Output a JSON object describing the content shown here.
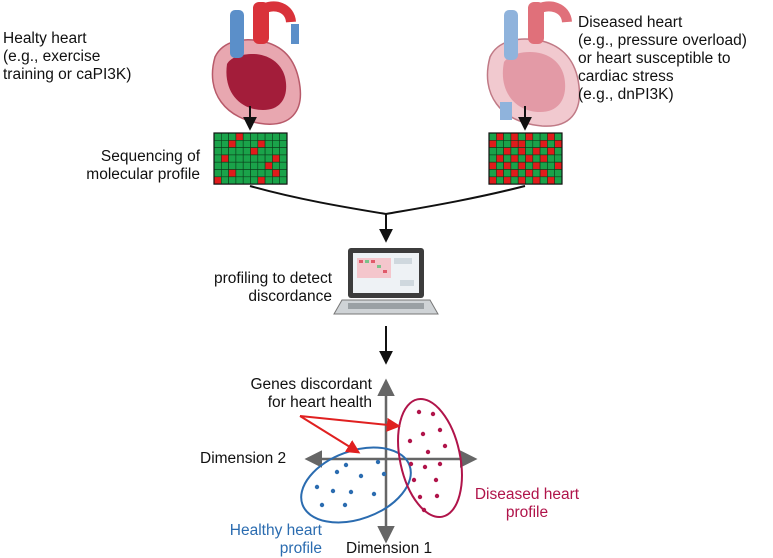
{
  "healthy": {
    "title": "Healty heart",
    "line2": "(e.g., exercise",
    "line3": "training or caPI3K)"
  },
  "diseased": {
    "title": "Diseased heart",
    "line2": "(e.g., pressure overload)",
    "line3": "or heart susceptible to",
    "line4": "cardiac stress",
    "line5": "(e.g., dnPI3K)"
  },
  "sequencing": {
    "line1": "Sequencing of",
    "line2": "molecular profile"
  },
  "profiling": {
    "line1": "profiling to detect",
    "line2": "discordance"
  },
  "discordant": {
    "line1": "Genes discordant",
    "line2": "for heart health"
  },
  "axes": {
    "dim2": "Dimension 2",
    "dim1": "Dimension 1"
  },
  "clusters": {
    "healthy_line1": "Healthy heart",
    "healthy_line2": "profile",
    "diseased_line1": "Diseased heart",
    "diseased_line2": "profile"
  },
  "colors": {
    "healthy_blue": "#2b6cb0",
    "diseased_red": "#b0144a",
    "grid_green": "#1aa34a",
    "grid_red": "#e01b1b",
    "arrow_red": "#e02020"
  }
}
